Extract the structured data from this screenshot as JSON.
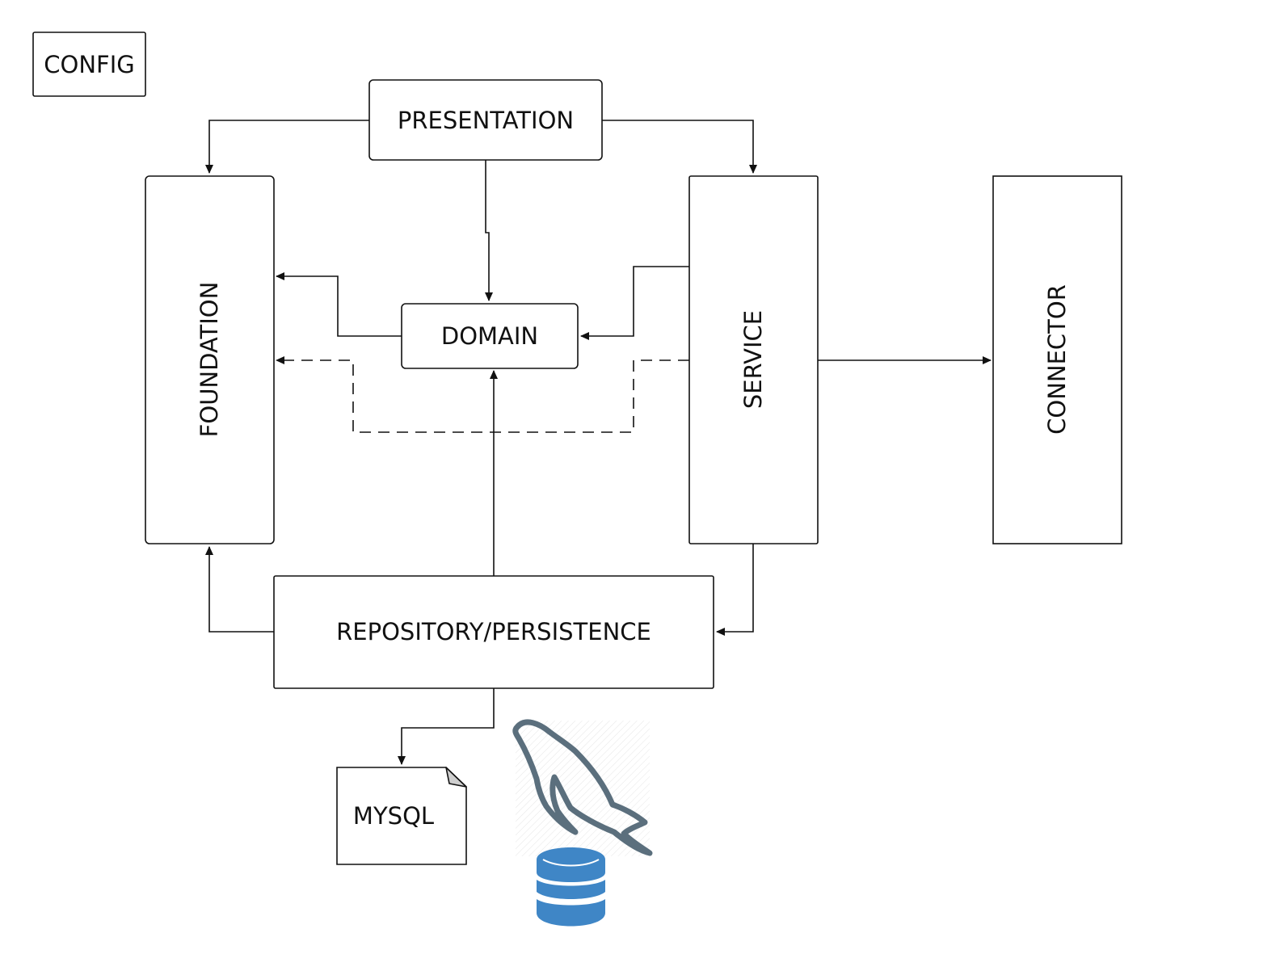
{
  "nodes": {
    "config": "CONFIG",
    "presentation": "PRESENTATION",
    "foundation": "FOUNDATION",
    "domain": "DOMAIN",
    "service": "SERVICE",
    "connector": "CONNECTOR",
    "repository": "REPOSITORY/PERSISTENCE",
    "mysql": "MYSQL"
  },
  "icons": {
    "mysql_logo": "mysql-dolphin-icon",
    "database": "database-icon"
  },
  "colors": {
    "line": "#111111",
    "dolphin": "#5b6f7d",
    "database": "#3f86c6"
  }
}
